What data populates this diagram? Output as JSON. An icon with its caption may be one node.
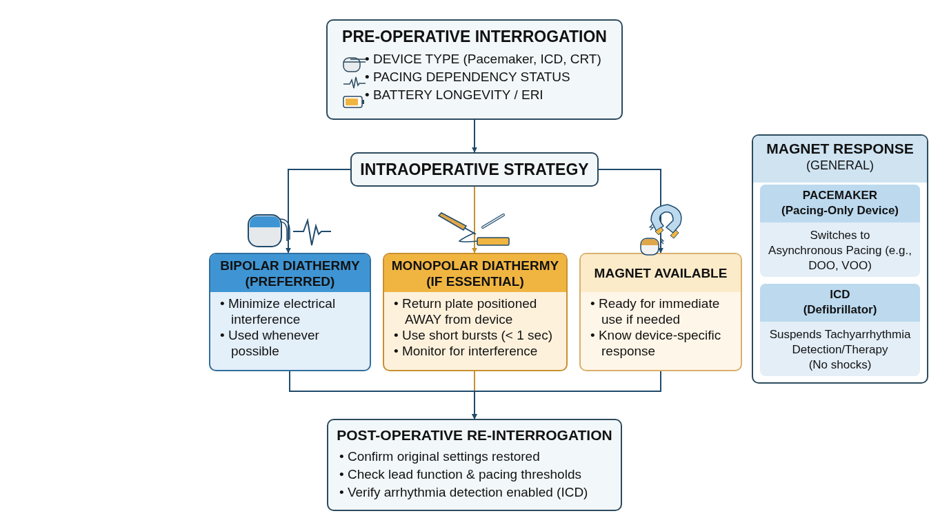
{
  "diagram": {
    "nodes": [
      {
        "text": [
          "PRE-OPERATIVE INTERROGATION",
          "• DEVICE TYPE (Pacemaker, ICD, CRT)",
          "• PACING DEPENDENCY STATUS",
          "• BATTERY LONGEVITY / ERI"
        ]
      },
      {
        "text": [
          "INTRAOPERATIVE STRATEGY"
        ]
      },
      {
        "text": [
          "BIPOLAR DIATHERMY (PREFERRED)",
          "• Minimize electrical interference",
          "• Used whenever possible"
        ]
      },
      {
        "text": [
          "MONOPOLAR DIATHERMY (IF ESSENTIAL)",
          "• Return plate positioned AWAY from device",
          "• Use short bursts (< 1 sec)",
          "• Monitor for interference"
        ]
      },
      {
        "text": [
          "MAGNET AVAILABLE",
          "• Ready for immediate use if needed",
          "• Know device-specific response"
        ]
      },
      {
        "text": [
          "POST-OPERATIVE RE-INTERROGATION",
          "• Confirm original settings restored",
          "• Check lead function & pacing thresholds",
          "• Verify arrhythmia detection enabled (ICD)"
        ]
      },
      {
        "text": [
          "MAGNET RESPONSE",
          "(GENERAL)"
        ]
      },
      {
        "text": [
          "PACEMAKER (Pacing-Only Device)",
          "Switches to Asynchronous Pacing (e.g., DOO, VOO)"
        ],
        "in": 6
      },
      {
        "text": [
          "ICD (Defibrillator)",
          "Suspends Tachyarrhythmia Detection/Therapy (No shocks)"
        ],
        "in": 6
      }
    ],
    "edges": [
      {
        "from": 0,
        "to": 1,
        "arrow": "to"
      },
      {
        "from": 1,
        "to": 2,
        "arrow": "to"
      },
      {
        "from": 1,
        "to": 3,
        "arrow": "to",
        "color": "#c8902e"
      },
      {
        "from": 1,
        "to": 4,
        "arrow": "to"
      },
      {
        "from": 3,
        "to": 5,
        "arrow": "to",
        "color": "#c8902e"
      },
      {
        "from": 2,
        "to": 5,
        "arrow": "to"
      },
      {
        "from": 4,
        "to": 5,
        "arrow": "to"
      }
    ]
  }
}
